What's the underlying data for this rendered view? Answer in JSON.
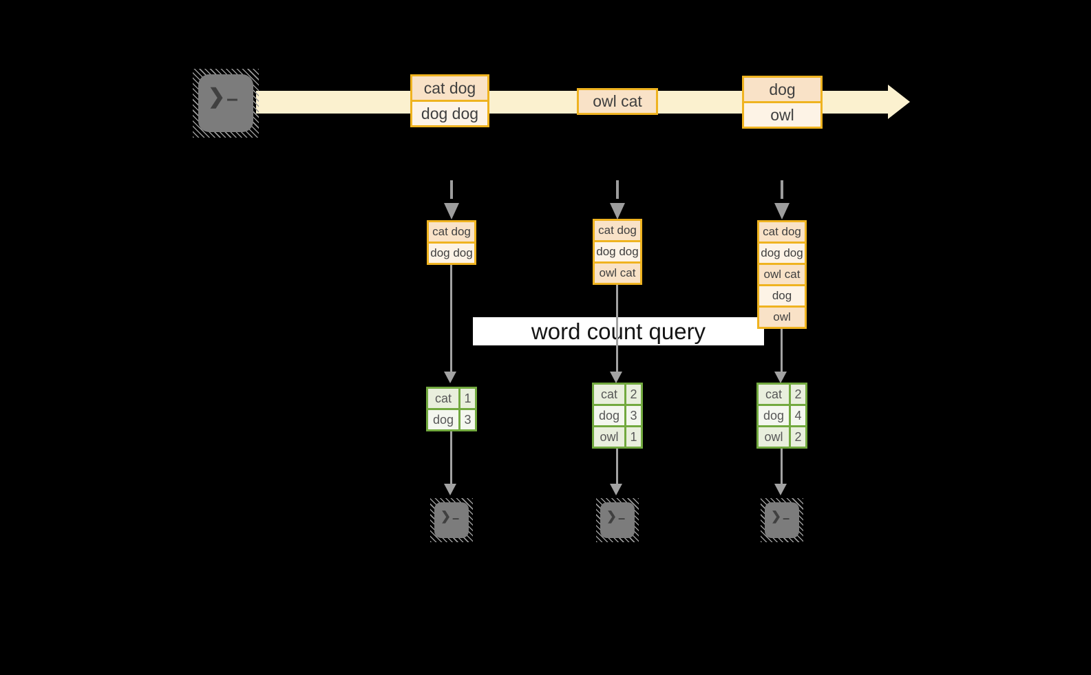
{
  "icons": {
    "source_terminal": "terminal-icon",
    "sink_terminal": "terminal-icon",
    "prompt_chevron": "❯",
    "prompt_dash": "–"
  },
  "colors": {
    "background": "#000000",
    "stream_band": "#fbf1cf",
    "box_border_gold": "#efb320",
    "box_fill_peach": "#f9e2c7",
    "box_fill_cream": "#fdf3e6",
    "table_border_green": "#72a93f",
    "table_row_green_dark": "#e9efdd",
    "table_row_green_light": "#f4f7ef",
    "arrow_gray": "#9d9d9d",
    "terminal_gray": "#7c7c7c",
    "banner_bg": "#ffffff"
  },
  "stream": {
    "messages": [
      {
        "lines": [
          "cat dog",
          "dog dog"
        ]
      },
      {
        "lines": [
          "owl cat"
        ]
      },
      {
        "lines": [
          "dog",
          "owl"
        ]
      }
    ]
  },
  "buffers": [
    {
      "lines": [
        "cat dog",
        "dog dog"
      ]
    },
    {
      "lines": [
        "cat dog",
        "dog dog",
        "owl cat"
      ]
    },
    {
      "lines": [
        "cat dog",
        "dog dog",
        "owl cat",
        "dog",
        "owl"
      ]
    }
  ],
  "query": {
    "label": "word count query"
  },
  "counts": [
    {
      "rows": [
        {
          "word": "cat",
          "count": "1"
        },
        {
          "word": "dog",
          "count": "3"
        }
      ]
    },
    {
      "rows": [
        {
          "word": "cat",
          "count": "2"
        },
        {
          "word": "dog",
          "count": "3"
        },
        {
          "word": "owl",
          "count": "1"
        }
      ]
    },
    {
      "rows": [
        {
          "word": "cat",
          "count": "2"
        },
        {
          "word": "dog",
          "count": "4"
        },
        {
          "word": "owl",
          "count": "2"
        }
      ]
    }
  ]
}
